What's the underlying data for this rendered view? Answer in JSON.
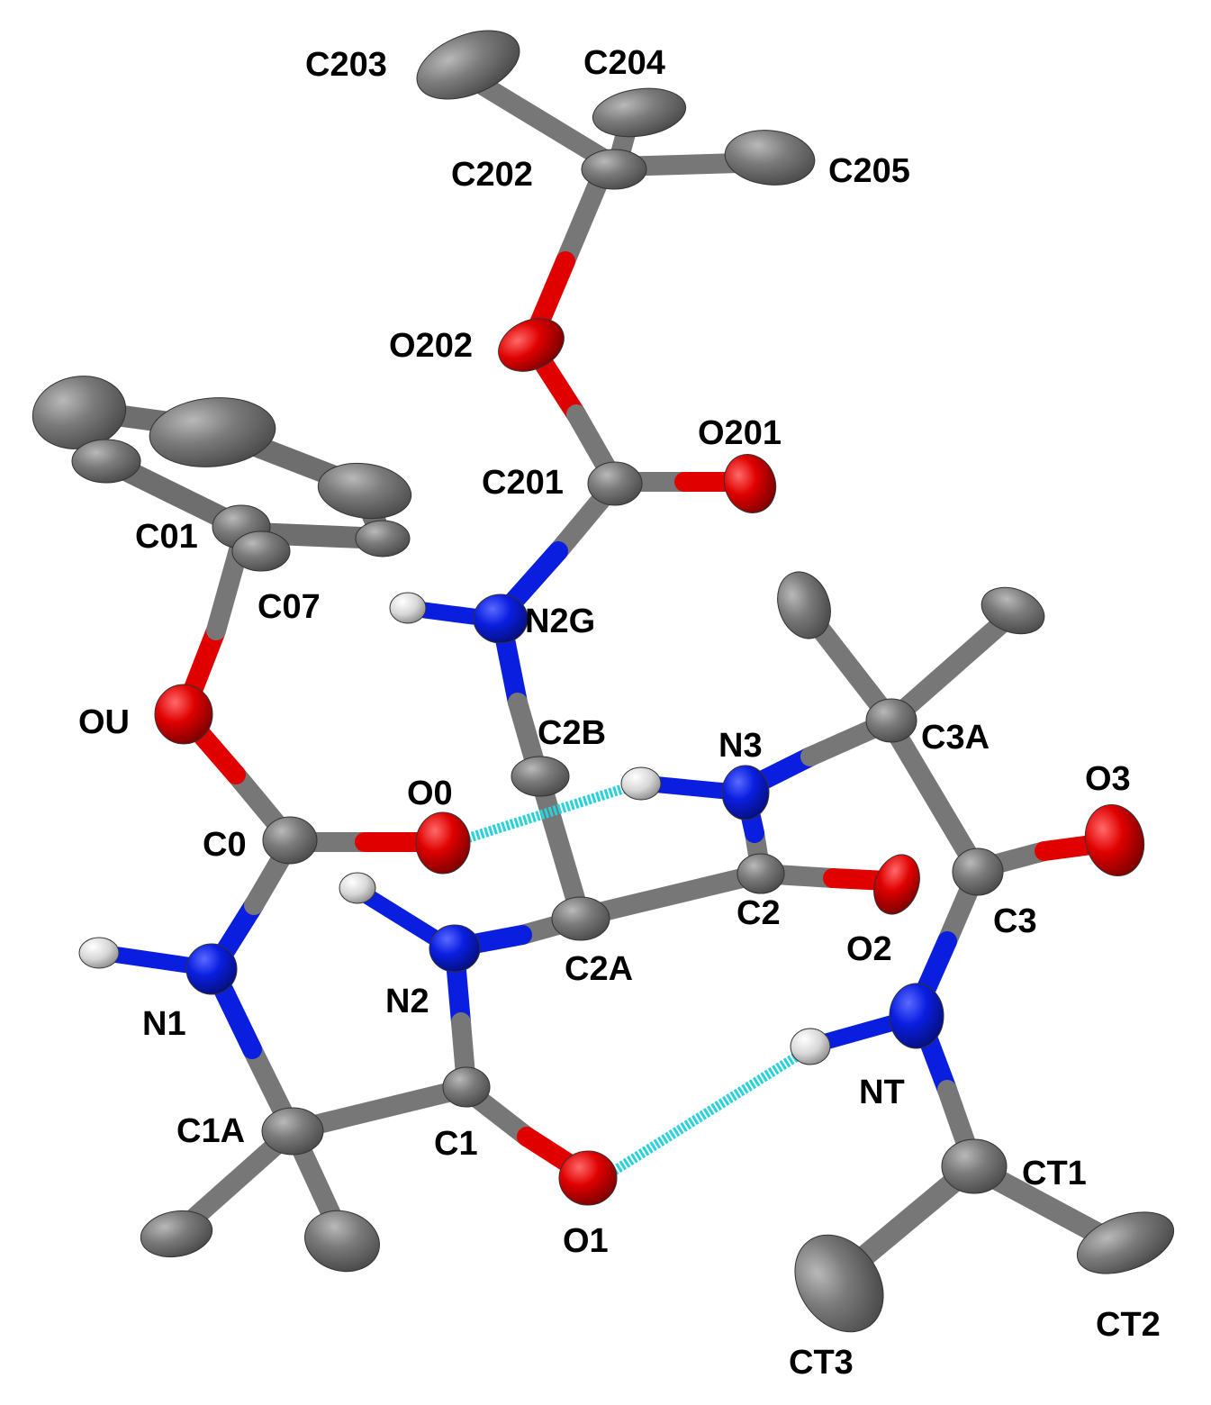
{
  "colors": {
    "carbon": "#7a7a7a",
    "oxygen": "#e00000",
    "nitrogen": "#0a1ee0",
    "hydrogen": "#d7d7d7",
    "hbond": "#27d3d8",
    "label": "#000000",
    "background": "#ffffff"
  },
  "labels": {
    "C203": "C203",
    "C204": "C204",
    "C202": "C202",
    "C205": "C205",
    "O202": "O202",
    "O201": "O201",
    "C201": "C201",
    "C01": "C01",
    "C07": "C07",
    "N2G": "N2G",
    "OU": "OU",
    "C2B": "C2B",
    "N3": "N3",
    "C3A": "C3A",
    "O3": "O3",
    "O0": "O0",
    "C0": "C0",
    "C2": "C2",
    "C3": "C3",
    "O2": "O2",
    "C2A": "C2A",
    "N1": "N1",
    "N2": "N2",
    "NT": "NT",
    "C1A": "C1A",
    "C1": "C1",
    "CT1": "CT1",
    "O1": "O1",
    "CT2": "CT2",
    "CT3": "CT3"
  }
}
